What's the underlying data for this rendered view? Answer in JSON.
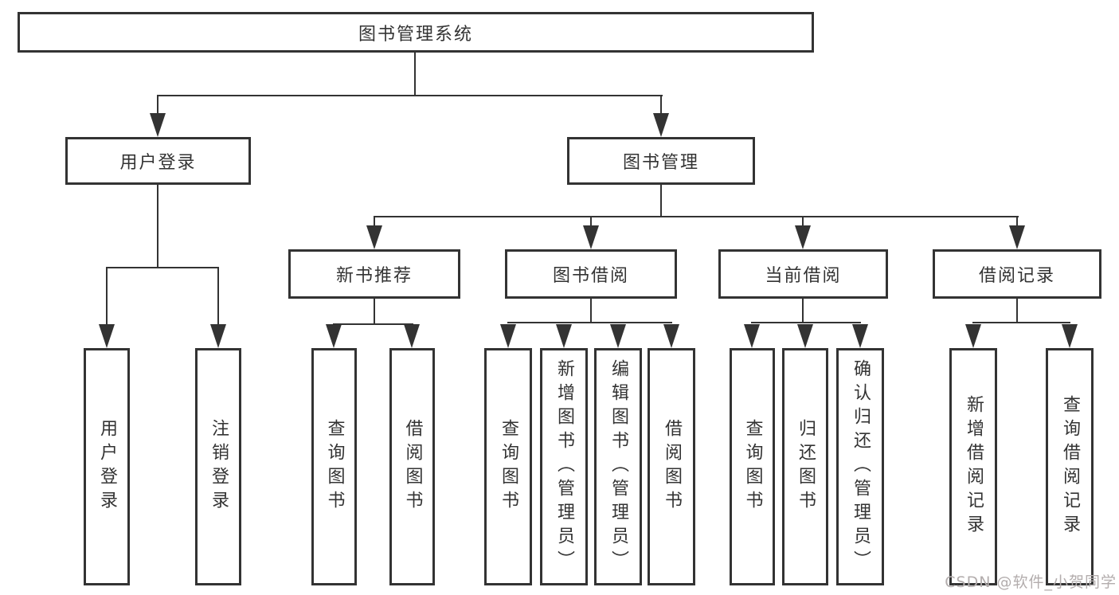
{
  "root": {
    "label": "图书管理系统"
  },
  "level2": [
    {
      "label": "用户登录",
      "parent": "图书管理系统"
    },
    {
      "label": "图书管理",
      "parent": "图书管理系统"
    }
  ],
  "level3": [
    {
      "label": "新书推荐",
      "parent": "图书管理"
    },
    {
      "label": "图书借阅",
      "parent": "图书管理"
    },
    {
      "label": "当前借阅",
      "parent": "图书管理"
    },
    {
      "label": "借阅记录",
      "parent": "图书管理"
    }
  ],
  "leaves": [
    {
      "label": "用户登录",
      "parent": "用户登录"
    },
    {
      "label": "注销登录",
      "parent": "用户登录"
    },
    {
      "label": "查询图书",
      "parent": "新书推荐"
    },
    {
      "label": "借阅图书",
      "parent": "新书推荐"
    },
    {
      "label": "查询图书",
      "parent": "图书借阅"
    },
    {
      "label": "新增图书（管理员）",
      "parent": "图书借阅"
    },
    {
      "label": "编辑图书（管理员）",
      "parent": "图书借阅"
    },
    {
      "label": "借阅图书",
      "parent": "图书借阅"
    },
    {
      "label": "查询图书",
      "parent": "当前借阅"
    },
    {
      "label": "归还图书",
      "parent": "当前借阅"
    },
    {
      "label": "确认归还（管理员）",
      "parent": "当前借阅"
    },
    {
      "label": "新增借阅记录",
      "parent": "借阅记录"
    },
    {
      "label": "查询借阅记录",
      "parent": "借阅记录"
    }
  ],
  "watermark": {
    "text": "CSDN @软件_小贺同学"
  },
  "colors": {
    "line": "#333333",
    "text": "#333333",
    "watermark": "#b3adad",
    "background": "#ffffff"
  }
}
